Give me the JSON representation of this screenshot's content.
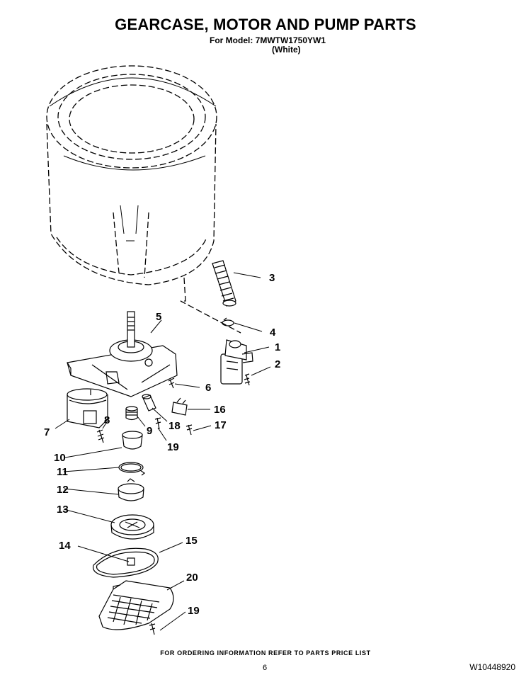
{
  "header": {
    "title": "GEARCASE, MOTOR AND PUMP PARTS",
    "model_line": "For Model: 7MWTW1750YW1",
    "color_line": "(White)"
  },
  "callouts": [
    "3",
    "5",
    "4",
    "1",
    "2",
    "6",
    "16",
    "7",
    "8",
    "9",
    "18",
    "17",
    "19",
    "10",
    "11",
    "12",
    "13",
    "14",
    "15",
    "20",
    "19"
  ],
  "footer": {
    "ordering_note": "FOR ORDERING INFORMATION REFER TO PARTS PRICE LIST",
    "page_number": "6",
    "document_number": "W10448920"
  }
}
